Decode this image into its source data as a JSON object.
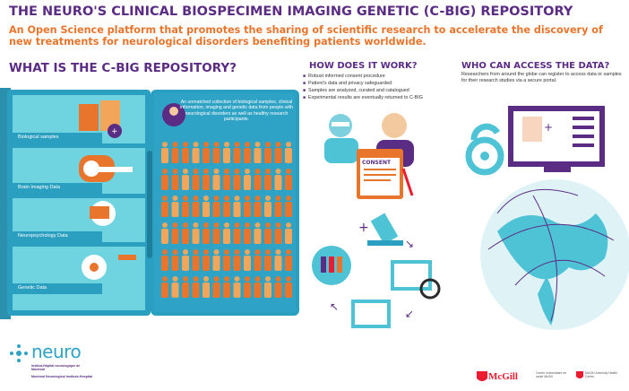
{
  "title": "THE NEURO'S CLINICAL BIOSPECIMEN IMAGING GENETIC (C-BIG) REPOSITORY",
  "subtitle": "An Open Science platform that promotes the sharing of scientific research to accelerate the discovery of new treatments for neurological disorders benefiting patients worldwide.",
  "what": {
    "heading": "WHAT IS THE C-BIG REPOSITORY?",
    "shelves": [
      "Biological samples",
      "Brain Imaging Data",
      "Neuropsychology Data",
      "Genetic Data"
    ],
    "intro": "An unmatched collection of biological samples, clinical information, imaging and genetic data from people with neurological disorders as well as healthy research participants."
  },
  "how": {
    "heading": "HOW DOES IT WORK?",
    "bullets": [
      "Robust informed consent procedure",
      "Patient's data and privacy safeguarded",
      "Samples are analyzed, curated and catalogued",
      "Experimental results are eventually returned to C-BIG"
    ],
    "consent_label": "CONSENT"
  },
  "who": {
    "heading": "WHO CAN ACCESS THE DATA?",
    "description": "Researchers from around the globe can register to access data or samples for their research studies via a secure portal."
  },
  "footer": {
    "logo": "neuro",
    "institute_fr": "Institut-Hôpital neurologique de Montréal",
    "institute_en": "Montreal Neurological Institute-Hospital",
    "mcgill": "McGill",
    "mcgill_sub": "Centre universitaire de santé McGill",
    "muhc": "McGill University Health Centre"
  },
  "colors": {
    "purple": "#5b2c83",
    "orange": "#e8752b",
    "teal": "#4ec3d6",
    "blue": "#2fa3c5"
  }
}
